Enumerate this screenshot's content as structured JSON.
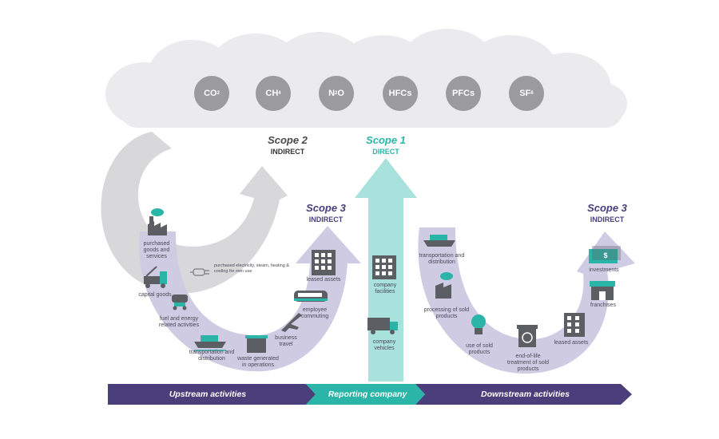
{
  "colors": {
    "purple": "#4a3f7a",
    "purple_light": "#c9c5e0",
    "teal": "#2ab5a8",
    "teal_light": "#a9e2dc",
    "gray": "#c4c4c6",
    "gray_dark": "#5b5f63",
    "cloud": "#ebebed",
    "gas_circle": "#9a9a9f"
  },
  "gases": [
    {
      "base": "CO",
      "sub": "2"
    },
    {
      "base": "CH",
      "sub": "4"
    },
    {
      "base": "N",
      "sub": "2",
      "tail": "O"
    },
    {
      "base": "HFCs",
      "sub": ""
    },
    {
      "base": "PFCs",
      "sub": ""
    },
    {
      "base": "SF",
      "sub": "6"
    }
  ],
  "scopes": {
    "scope2": {
      "title": "Scope 2",
      "subtitle": "INDIRECT"
    },
    "scope1": {
      "title": "Scope 1",
      "subtitle": "DIRECT"
    },
    "scope3_up": {
      "title": "Scope 3",
      "subtitle": "INDIRECT"
    },
    "scope3_down": {
      "title": "Scope 3",
      "subtitle": "INDIRECT"
    }
  },
  "upstream": {
    "purchased_goods": "purchased goods and services",
    "capital_goods": "capital goods",
    "fuel_energy": "fuel and energy related activities",
    "transportation": "transportation and distribution",
    "waste": "waste generated in operations",
    "business_travel": "business travel",
    "employee_commuting": "employee commuting",
    "leased_assets": "leased assets",
    "electricity": "purchased electricity, steam, heating & cooling for own use"
  },
  "company": {
    "facilities": "company facilities",
    "vehicles": "company vehicles"
  },
  "downstream": {
    "transportation": "transportation and distribution",
    "processing": "processing of sold products",
    "use": "use of sold products",
    "end_of_life": "end-of-life treatment of sold products",
    "leased_assets": "leased assets",
    "franchises": "franchises",
    "investments": "investments",
    "investments_symbol": "$"
  },
  "bands": {
    "upstream": "Upstream activities",
    "reporting": "Reporting company",
    "downstream": "Downstream activities"
  }
}
